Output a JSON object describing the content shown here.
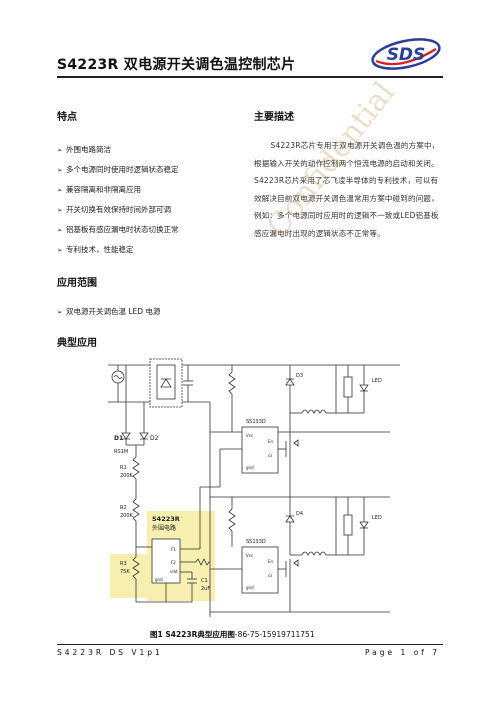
{
  "header": {
    "title": "S4223R  双电源开关调色温控制芯片",
    "logo_text": "SDS"
  },
  "features": {
    "heading": "特点",
    "items": [
      "外围电路简洁",
      "多个电源同时使用时逻辑状态稳定",
      "兼容隔离和非隔离应用",
      "开关切换有效保持时间外部可调",
      "铝基板有感应漏电时状态切换正常",
      "专利技术，性能稳定"
    ]
  },
  "applications": {
    "heading": "应用范围",
    "items": [
      "双电源开关调色温 LED 电源"
    ]
  },
  "description": {
    "heading": "主要描述",
    "text": "S4223R芯片专用于双电源开关调色温的方案中，根据输入开关的动作控制两个恒流电源的启动和关闭。 S4223R芯片采用了芯飞凌半导体的专利技术，可以有效解决目前双电源开关调色温常用方案中碰到的问题，例如：多个电源同时应用时的逻辑不一致或LED铝基板感应漏电时出现的逻辑状态不正常等。"
  },
  "typical": {
    "heading": "典型应用"
  },
  "watermark": "Confidential",
  "circuit": {
    "d1": "D1",
    "d2": "D2",
    "rs1m": "RS1M",
    "r1": "R1",
    "r1v": "200K",
    "r2": "R2",
    "r2v": "200K",
    "r3": "R3",
    "r3v": "75K",
    "c1": "C1",
    "c1v": "2uF",
    "chip": "S4223R",
    "chip_sub": "外围电路",
    "p_f1": "F1",
    "p_f2": "F2",
    "p_vdd": "vdd",
    "p_gnd": "gnd",
    "d3": "D3",
    "d4": "D4",
    "led": "LED",
    "ctrl": "S5133D",
    "p_en": "En",
    "p_vcc": "Vcc",
    "p_cs": "cs",
    "p_gnd2": "gnd"
  },
  "caption": {
    "label": "图1  S4223R典型应用图",
    "phone": "-86-75-15919711751"
  },
  "footer": {
    "left": "S4223R DS V1p1",
    "right": "Page 1 of 7"
  }
}
